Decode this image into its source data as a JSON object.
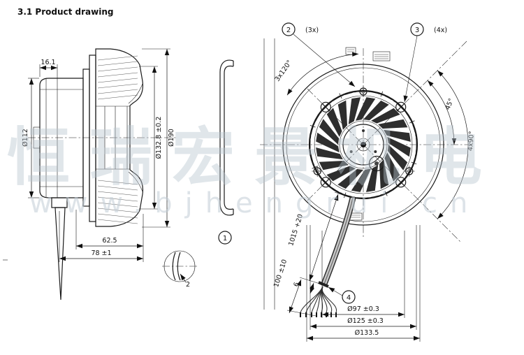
{
  "page": {
    "title": "3.1 Product drawing"
  },
  "watermark": {
    "text_cn": "恒瑞宏景机电",
    "text_url": "www.bjhengrui.cn"
  },
  "side_view": {
    "dim_16_1": "16.1",
    "dim_d112": "Ø112",
    "dim_d132_8": "Ø132.8 ±0.2",
    "dim_d190": "Ø190",
    "dim_62_5": "62.5",
    "dim_78": "78 ±1",
    "detail_dim_2": "2"
  },
  "profile_view": {
    "callout_1": "1"
  },
  "front_view": {
    "callout_2": "2",
    "callout_2_qty": "(3x)",
    "callout_3": "3",
    "callout_3_qty": "(4x)",
    "callout_4": "4",
    "dim_3x120": "3x120°",
    "dim_45": "45°",
    "dim_4x90": "4x90°",
    "dim_cable_length": "1015 +20",
    "dim_strip_length": "100 ±10",
    "dim_6": "6",
    "dim_d97": "Ø97 ±0.3",
    "dim_d125": "Ø125 ±0.3",
    "dim_d133_5": "Ø133.5"
  }
}
